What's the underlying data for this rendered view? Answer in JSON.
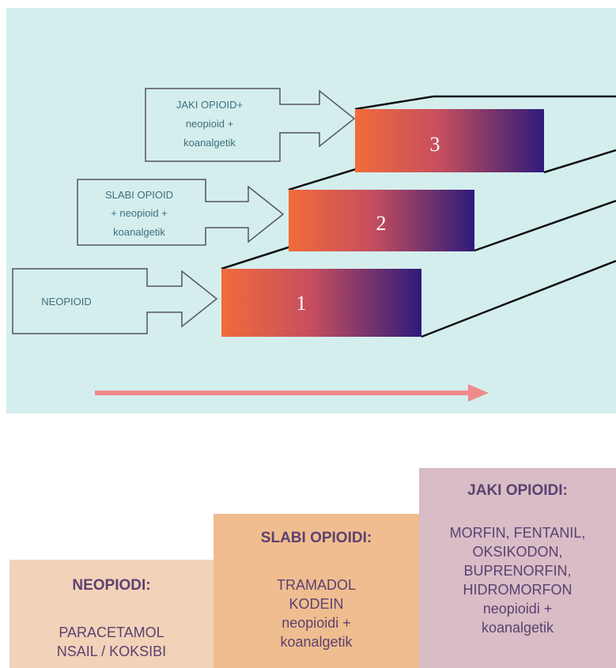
{
  "stairs": {
    "callouts": [
      {
        "lines": [
          "JAKI OPIOID+",
          "neopioid +",
          "koanalgetik"
        ]
      },
      {
        "lines": [
          "SLABI OPIOID",
          "+ neopioid +",
          "koanalgetik"
        ]
      },
      {
        "lines": [
          "NEOPIOID"
        ]
      }
    ],
    "steps": [
      {
        "number": "1"
      },
      {
        "number": "2"
      },
      {
        "number": "3"
      }
    ],
    "colors": {
      "panel_bg": "#d4eeee",
      "step_gradient_start": "#f26b3a",
      "step_gradient_end": "#2e1b7a",
      "progress_arrow": "#f08a8a",
      "callout_text": "#3f6e7a"
    }
  },
  "bottom": {
    "neopiodi": {
      "heading": "NEOPIODI:",
      "lines": [
        "PARACETAMOL",
        "NSAIL / KOKSIBI"
      ]
    },
    "slabi": {
      "heading": "SLABI OPIOIDI:",
      "lines": [
        "TRAMADOL",
        "KODEIN",
        "neopioidi +",
        "koanalgetik"
      ]
    },
    "jaki": {
      "heading": "JAKI  OPIOIDI:",
      "lines": [
        "MORFIN, FENTANIL,",
        "OKSIKODON,",
        "BUPRENORFIN,",
        "HIDROMORFON",
        "neopioidi +",
        "koanalgetik"
      ]
    }
  }
}
